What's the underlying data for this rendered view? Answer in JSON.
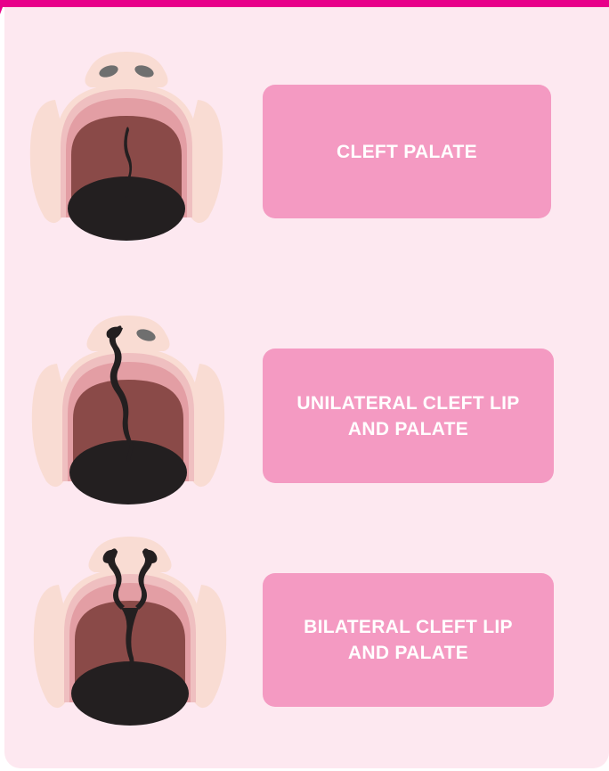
{
  "colors": {
    "accent_bar": "#e8008a",
    "panel_background": "#fde8f0",
    "label_box": "#f49ac2",
    "label_text": "#ffffff",
    "face_outer": "#f9dcd3",
    "gum": "#efbfc0",
    "gum_inner": "#e39ea4",
    "palate": "#8a4a48",
    "mouth_opening": "#231f20",
    "nostril": "#6f6f6f",
    "cleft": "#231f20"
  },
  "items": [
    {
      "label": "CLEFT PALATE",
      "illustration_icon": "cleft-palate-icon"
    },
    {
      "label": "UNILATERAL CLEFT LIP\nAND PALATE",
      "illustration_icon": "unilateral-cleft-lip-palate-icon"
    },
    {
      "label": "BILATERAL CLEFT LIP\nAND PALATE",
      "illustration_icon": "bilateral-cleft-lip-palate-icon"
    }
  ]
}
